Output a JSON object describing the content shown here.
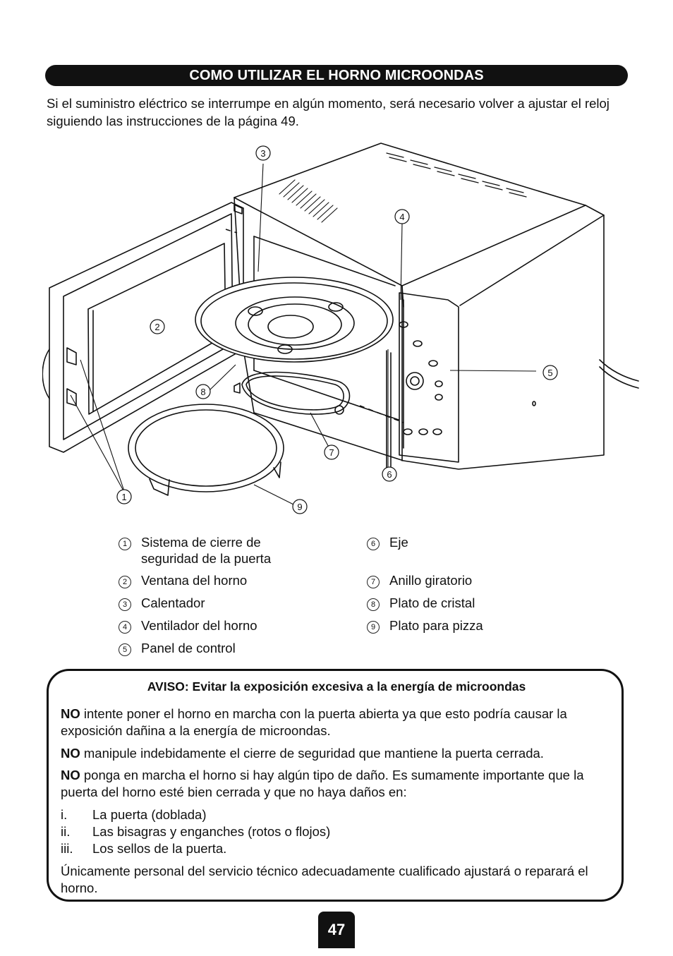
{
  "header": {
    "title": "COMO UTILIZAR EL HORNO MICROONDAS"
  },
  "intro": " Si el suministro eléctrico se interrumpe en algún momento, será necesario volver a ajustar el reloj siguiendo las instrucciones de la página 49.",
  "diagram_labels": {
    "n1": "1",
    "n2": "2",
    "n3": "3",
    "n4": "4",
    "n5": "5",
    "n6": "6",
    "n7": "7",
    "n8": "8",
    "n9": "9"
  },
  "legend": [
    {
      "num": "1",
      "text": "Sistema de cierre de seguridad de la puerta"
    },
    {
      "num": "2",
      "text": "Ventana del horno"
    },
    {
      "num": "3",
      "text": "Calentador"
    },
    {
      "num": "4",
      "text": "Ventilador del horno"
    },
    {
      "num": "5",
      "text": "Panel de control"
    },
    {
      "num": "6",
      "text": "Eje"
    },
    {
      "num": "7",
      "text": "Anillo giratorio"
    },
    {
      "num": "8",
      "text": "Plato de cristal"
    },
    {
      "num": "9",
      "text": "Plato para pizza"
    }
  ],
  "warning": {
    "title": "AVISO: Evitar la exposición excesiva a la energía de microondas",
    "p1_bold": "NO",
    "p1": " intente poner el horno en marcha con la puerta abierta ya que esto podría causar la exposición dañina a la energía de microondas.",
    "p2_bold": "NO",
    "p2": " manipule indebidamente el cierre de seguridad que mantiene la puerta cerrada.",
    "p3_bold": "NO",
    "p3": " ponga en marcha el horno si hay algún tipo de daño. Es sumamente importante que la puerta del horno esté bien cerrada y que no haya daños en:",
    "items": [
      {
        "idx": "i.",
        "text": "La puerta (doblada)"
      },
      {
        "idx": "ii.",
        "text": "Las bisagras y enganches (rotos o flojos)"
      },
      {
        "idx": "iii.",
        "text": "Los sellos de la puerta."
      }
    ],
    "p4": "Únicamente personal del servicio técnico adecuadamente cualificado ajustará o reparará el horno."
  },
  "page_number": "47"
}
